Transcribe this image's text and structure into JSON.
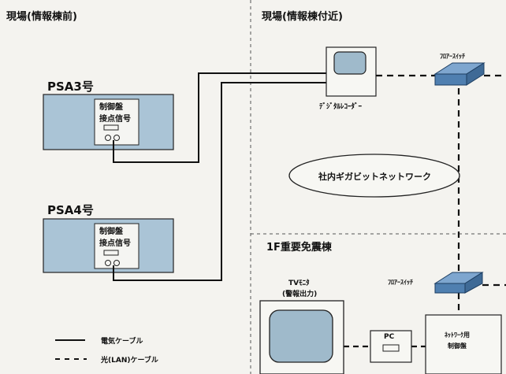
{
  "headers": {
    "left": "現場(情報棟前)",
    "right": "現場(情報棟付近)",
    "building": "1F重要免震棟"
  },
  "psa3": {
    "name": "PSA3号",
    "panel_line1": "制御盤",
    "panel_line2": "接点信号"
  },
  "psa4": {
    "name": "PSA4号",
    "panel_line1": "制御盤",
    "panel_line2": "接点信号"
  },
  "recorder": {
    "label": "ﾃﾞｼﾞﾀﾙﾚｺｰﾀﾞｰ"
  },
  "floor_switch_top": {
    "label": "ﾌﾛｱｰｽｲｯﾁ"
  },
  "floor_switch_bottom": {
    "label": "ﾌﾛｱｰｽｲｯﾁ"
  },
  "network": {
    "label": "社内ギガビットネットワーク"
  },
  "tv_monitor": {
    "line1": "TVﾓﾆﾀ",
    "line2": "(警報出力)"
  },
  "pc": {
    "label": "PC"
  },
  "net_control": {
    "line1": "ﾈｯﾄﾜｰｸ用",
    "line2": "制御盤"
  },
  "legend": {
    "electric": "電気ケーブル",
    "optical": "光(LAN)ケーブル"
  },
  "colors": {
    "panel_fill": "#aac4d6",
    "switch_fill": "#7ea6cf",
    "screen_fill": "#9fbacb",
    "line": "#111111"
  }
}
